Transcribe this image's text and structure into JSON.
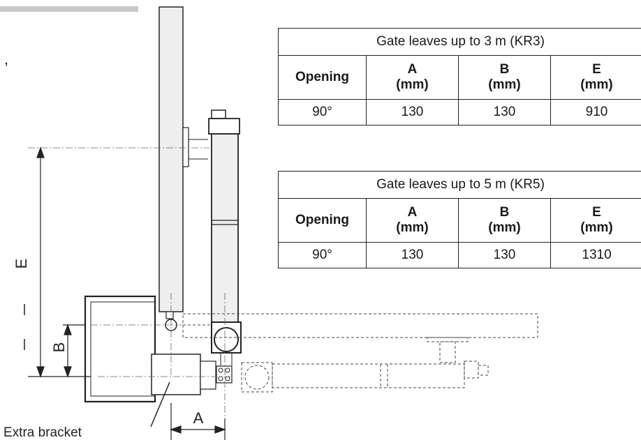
{
  "tables": [
    {
      "caption": "Gate leaves up to 3 m (KR3)",
      "headers": {
        "opening": "Opening",
        "a": [
          "A",
          "(mm)"
        ],
        "b": [
          "B",
          "(mm)"
        ],
        "e": [
          "E",
          "(mm)"
        ]
      },
      "row": {
        "opening": "90°",
        "a": "130",
        "b": "130",
        "e": "910"
      }
    },
    {
      "caption": "Gate leaves up to 5 m (KR5)",
      "headers": {
        "opening": "Opening",
        "a": [
          "A",
          "(mm)"
        ],
        "b": [
          "B",
          "(mm)"
        ],
        "e": [
          "E",
          "(mm)"
        ]
      },
      "row": {
        "opening": "90°",
        "a": "130",
        "b": "130",
        "e": "1310"
      }
    }
  ],
  "labels": {
    "dim_e": "E",
    "dim_b": "B",
    "dim_a": "A",
    "extra_bracket": "Extra bracket",
    "edge_fragment": ","
  }
}
